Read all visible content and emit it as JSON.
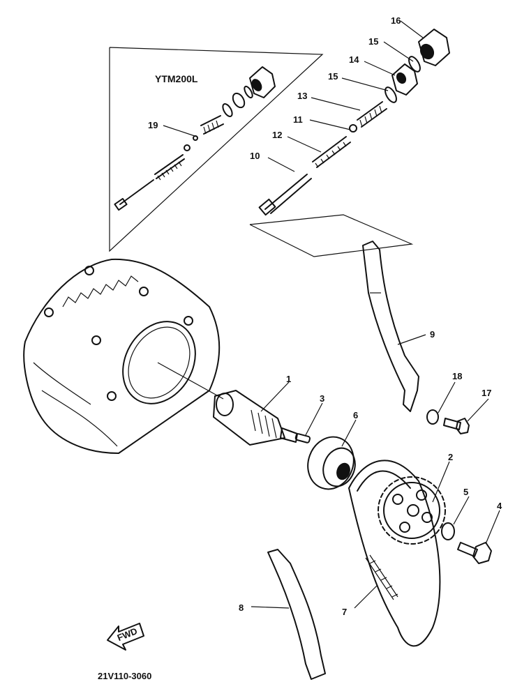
{
  "diagram": {
    "model_label": "YTM200L",
    "fwd_label": "FWD",
    "catalog_code": "21V110-3060"
  },
  "callouts": [
    "1",
    "2",
    "3",
    "4",
    "5",
    "6",
    "7",
    "8",
    "9",
    "10",
    "11",
    "12",
    "13",
    "14",
    "15",
    "15",
    "16",
    "17",
    "18",
    "19"
  ],
  "colors": {
    "ink": "#111111",
    "paper": "#ffffff"
  }
}
